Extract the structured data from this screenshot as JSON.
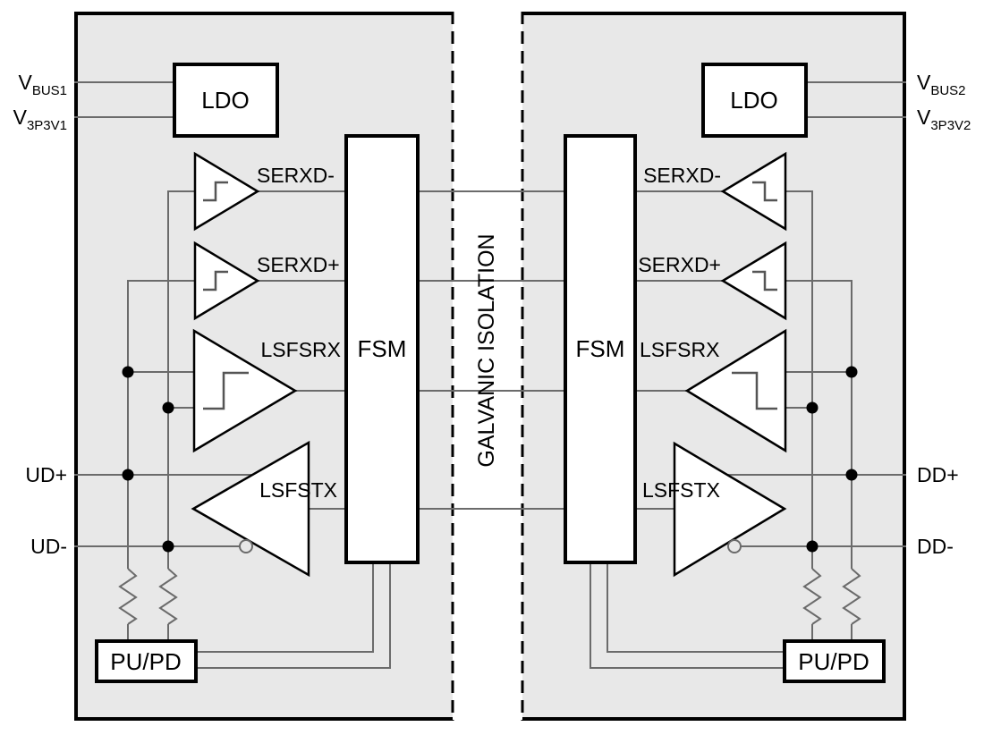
{
  "colors": {
    "chip_fill": "#e8e8e8",
    "wire": "#6b6b6b",
    "outline": "#000000",
    "glyph": "#555555",
    "iso_fill": "#ffffff"
  },
  "isolation": {
    "label": "GALVANIC ISOLATION"
  },
  "blocks": {
    "ldo_left": "LDO",
    "ldo_right": "LDO",
    "fsm_left": "FSM",
    "fsm_right": "FSM",
    "pupd_left": "PU/PD",
    "pupd_right": "PU/PD"
  },
  "left": {
    "serxd_minus": "SERXD-",
    "serxd_plus": "SERXD+",
    "lsfsrx": "LSFSRX",
    "lsfstx": "LSFSTX",
    "pins": {
      "vbus": {
        "main": "V",
        "sub": "BUS1"
      },
      "v3p3": {
        "main": "V",
        "sub": "3P3V1"
      },
      "dplus": "UD+",
      "dminus": "UD-"
    }
  },
  "right": {
    "serxd_minus": "SERXD-",
    "serxd_plus": "SERXD+",
    "lsfsrx": "LSFSRX",
    "lsfstx": "LSFSTX",
    "pins": {
      "vbus": {
        "main": "V",
        "sub": "BUS2"
      },
      "v3p3": {
        "main": "V",
        "sub": "3P3V2"
      },
      "dplus": "DD+",
      "dminus": "DD-"
    }
  }
}
